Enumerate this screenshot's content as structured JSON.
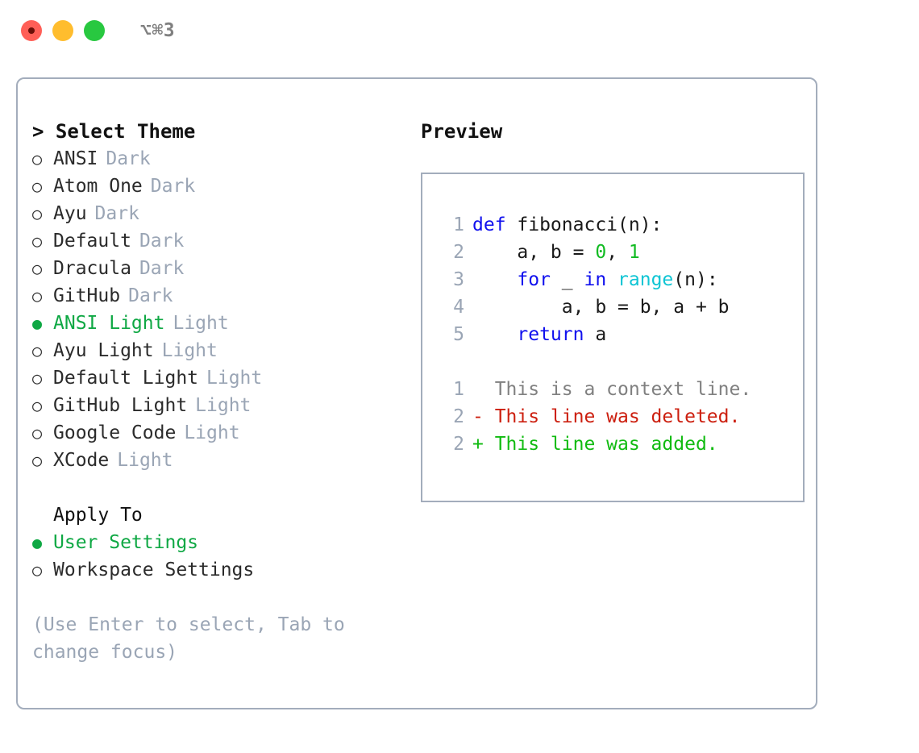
{
  "titlebar": {
    "shortcut": "⌥⌘3",
    "buttons": [
      {
        "name": "close-button",
        "color": "#ff5f57"
      },
      {
        "name": "minimize-button",
        "color": "#ffbd2e"
      },
      {
        "name": "maximize-button",
        "color": "#28c840"
      }
    ]
  },
  "colors": {
    "accent_green": "#0fa844",
    "muted": "#9aa5b5",
    "border": "#a3adbc",
    "keyword_blue": "#1010ee",
    "function_cyan": "#0fc5d4",
    "number_green": "#11bb22",
    "diff_delete_red": "#cc1f0f",
    "diff_add_green": "#11bb11",
    "diff_context_gray": "#808080"
  },
  "theme_picker": {
    "heading": "> Select Theme",
    "unselected_marker": "○",
    "selected_marker": "●",
    "items": [
      {
        "label": "ANSI",
        "tag": "Dark",
        "selected": false
      },
      {
        "label": "Atom One",
        "tag": "Dark",
        "selected": false
      },
      {
        "label": "Ayu",
        "tag": "Dark",
        "selected": false
      },
      {
        "label": "Default",
        "tag": "Dark",
        "selected": false
      },
      {
        "label": "Dracula",
        "tag": "Dark",
        "selected": false
      },
      {
        "label": "GitHub",
        "tag": "Dark",
        "selected": false
      },
      {
        "label": "ANSI Light",
        "tag": "Light",
        "selected": true
      },
      {
        "label": "Ayu Light",
        "tag": "Light",
        "selected": false
      },
      {
        "label": "Default Light",
        "tag": "Light",
        "selected": false
      },
      {
        "label": "GitHub Light",
        "tag": "Light",
        "selected": false
      },
      {
        "label": "Google Code",
        "tag": "Light",
        "selected": false
      },
      {
        "label": "XCode",
        "tag": "Light",
        "selected": false
      }
    ]
  },
  "apply_to": {
    "heading": "Apply To",
    "items": [
      {
        "label": "User Settings",
        "selected": true
      },
      {
        "label": "Workspace Settings",
        "selected": false
      }
    ]
  },
  "hint": "(Use Enter to select, Tab to change focus)",
  "preview": {
    "title": "Preview",
    "code_lines": [
      {
        "no": "1",
        "tokens": [
          {
            "t": "def",
            "c": "tok-kw"
          },
          {
            "t": " fibonacci(n):",
            "c": "tok-pl"
          }
        ]
      },
      {
        "no": "2",
        "tokens": [
          {
            "t": "    a, b = ",
            "c": "tok-pl"
          },
          {
            "t": "0",
            "c": "tok-num"
          },
          {
            "t": ", ",
            "c": "tok-pl"
          },
          {
            "t": "1",
            "c": "tok-num"
          }
        ]
      },
      {
        "no": "3",
        "tokens": [
          {
            "t": "    ",
            "c": "tok-pl"
          },
          {
            "t": "for",
            "c": "tok-kw"
          },
          {
            "t": " _ ",
            "c": "tok-pl"
          },
          {
            "t": "in",
            "c": "tok-kw"
          },
          {
            "t": " ",
            "c": "tok-pl"
          },
          {
            "t": "range",
            "c": "tok-fn"
          },
          {
            "t": "(n):",
            "c": "tok-pl"
          }
        ]
      },
      {
        "no": "4",
        "tokens": [
          {
            "t": "        a, b = b, a + b",
            "c": "tok-pl"
          }
        ]
      },
      {
        "no": "5",
        "tokens": [
          {
            "t": "    ",
            "c": "tok-pl"
          },
          {
            "t": "return",
            "c": "tok-kw"
          },
          {
            "t": " a",
            "c": "tok-pl"
          }
        ]
      }
    ],
    "diff_lines": [
      {
        "no": "1",
        "text": "  This is a context line.",
        "c": "diff-ctx"
      },
      {
        "no": "2",
        "text": "- This line was deleted.",
        "c": "diff-del"
      },
      {
        "no": "2",
        "text": "+ This line was added.",
        "c": "diff-add"
      }
    ]
  }
}
